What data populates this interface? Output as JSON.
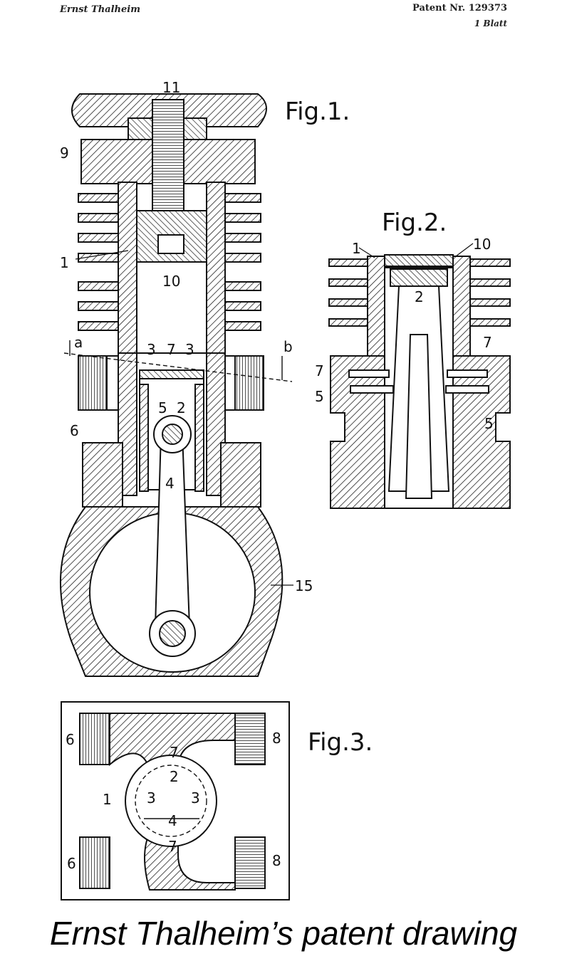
{
  "header": {
    "inventor": "Ernst Thalheim",
    "patent": "Patent Nr. 129373",
    "sheets": "1 Blatt"
  },
  "figures": {
    "fig1": {
      "title": "Fig.1.",
      "labels": [
        "11",
        "9",
        "1",
        "10",
        "a",
        "b",
        "3",
        "7",
        "3",
        "6",
        "5",
        "2",
        "4",
        "15"
      ]
    },
    "fig2": {
      "title": "Fig.2.",
      "labels": [
        "1",
        "10",
        "2",
        "7",
        "7",
        "5",
        "5"
      ]
    },
    "fig3": {
      "title": "Fig.3.",
      "labels": [
        "6",
        "8",
        "7",
        "2",
        "1",
        "3",
        "3",
        "4",
        "7",
        "6",
        "8"
      ]
    }
  },
  "caption": "Ernst Thalheim’s patent drawing"
}
